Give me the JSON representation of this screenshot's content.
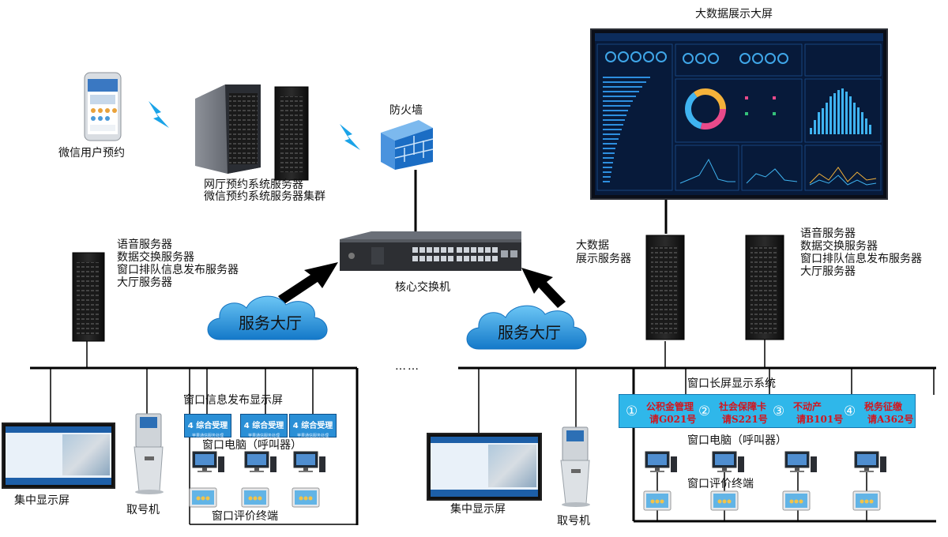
{
  "labels": {
    "wechat_user": "微信用户预约",
    "server_cluster_1": "网厅预约系统服务器",
    "server_cluster_2": "微信预约系统服务器集群",
    "firewall": "防火墙",
    "big_screen": "大数据展示大屏",
    "big_data_server_1": "大数据",
    "big_data_server_2": "展示服务器",
    "core_switch": "核心交换机",
    "left_server_1": "语音服务器",
    "left_server_2": "数据交换服务器",
    "left_server_3": "窗口排队信息发布服务器",
    "left_server_4": "大厅服务器",
    "right_server_1": "语音服务器",
    "right_server_2": "数据交换服务器",
    "right_server_3": "窗口排队信息发布服务器",
    "right_server_4": "大厅服务器",
    "hall_left": "服务大厅",
    "hall_right": "服务大厅",
    "dots": "……",
    "window_info_screen": "窗口信息发布显示屏",
    "window_pc_left": "窗口电脑（呼叫器）",
    "eval_left": "窗口评价终端",
    "central_screen_left": "集中显示屏",
    "ticket_left": "取号机",
    "central_screen_right": "集中显示屏",
    "ticket_right": "取号机",
    "long_screen_system": "窗口长屏显示系统",
    "window_pc_right": "窗口电脑（呼叫器）",
    "eval_right": "窗口评价终端"
  },
  "window_lcds": [
    {
      "title": "4  综合受理",
      "sub": "苹果通信服务处理"
    },
    {
      "title": "4  综合受理",
      "sub": "苹果通信服务处理"
    },
    {
      "title": "4  综合受理",
      "sub": "苹果通信服务处理"
    }
  ],
  "long_screen": [
    {
      "num": "①",
      "name": "公积金管理",
      "call": "请G021号"
    },
    {
      "num": "②",
      "name": "社会保障卡",
      "call": "请S221号"
    },
    {
      "num": "③",
      "name": "不动产",
      "call": "请B101号"
    },
    {
      "num": "④",
      "name": "税务征缴",
      "call": "请A362号"
    }
  ],
  "colors": {
    "arrow": "#000000",
    "cloud": "#1e9be0",
    "long_screen_bg": "#2fb7ea",
    "long_screen_text": "#d4141c",
    "lightning": "#1aa3e8",
    "firewall": "#2f7fd0"
  }
}
